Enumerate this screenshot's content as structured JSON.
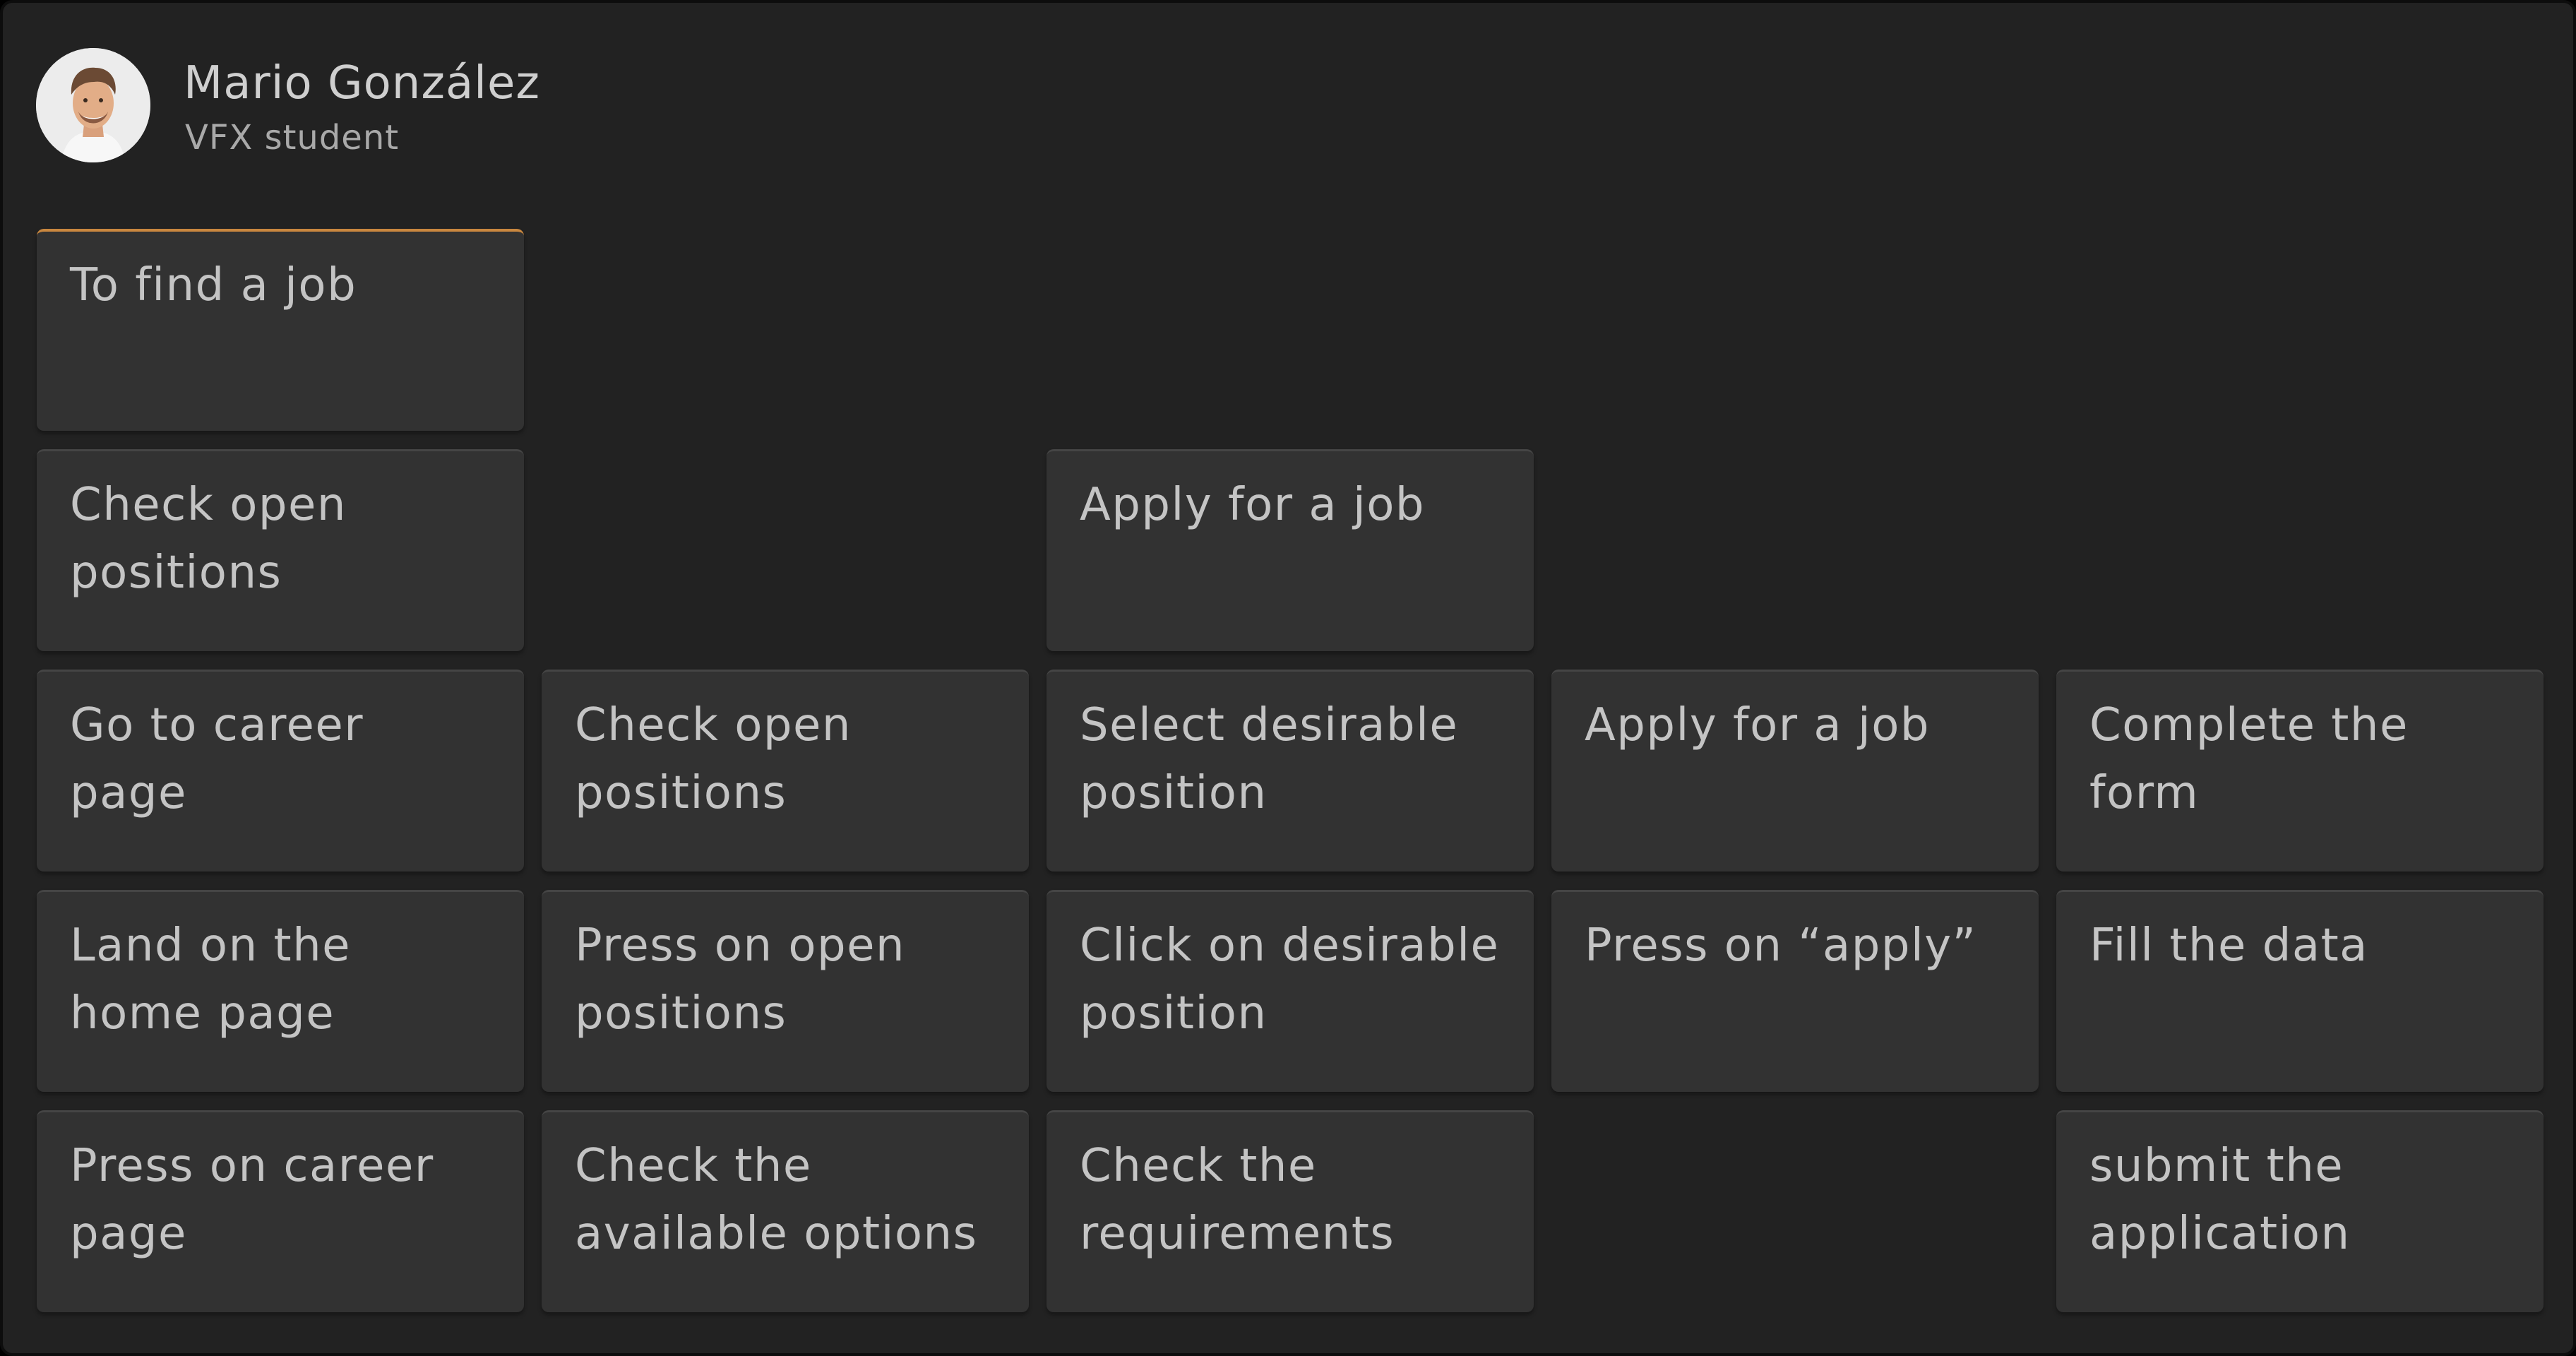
{
  "persona": {
    "name": "Mario González",
    "role": "VFX student"
  },
  "goal": {
    "label": "To find a job"
  },
  "activities": [
    {
      "label": "Check open positions"
    },
    {
      "label": "Apply for a job"
    }
  ],
  "tasks": [
    {
      "label": "Go to career page"
    },
    {
      "label": "Check open positions"
    },
    {
      "label": "Select desirable position"
    },
    {
      "label": "Apply for a job"
    },
    {
      "label": "Complete the form"
    }
  ],
  "steps_row1": [
    {
      "label": "Land on the home page"
    },
    {
      "label": "Press on open positions"
    },
    {
      "label": "Click on desirable position"
    },
    {
      "label": "Press on “apply”"
    },
    {
      "label": "Fill the data"
    }
  ],
  "steps_row2": [
    {
      "label": "Press on career page"
    },
    {
      "label": "Check the available options"
    },
    {
      "label": "Check the requirements"
    },
    {
      "label": "submit the application"
    }
  ],
  "colors": {
    "background": "#222222",
    "card": "#323232",
    "accent": "#c9873f",
    "text": "#c4c4c4"
  }
}
